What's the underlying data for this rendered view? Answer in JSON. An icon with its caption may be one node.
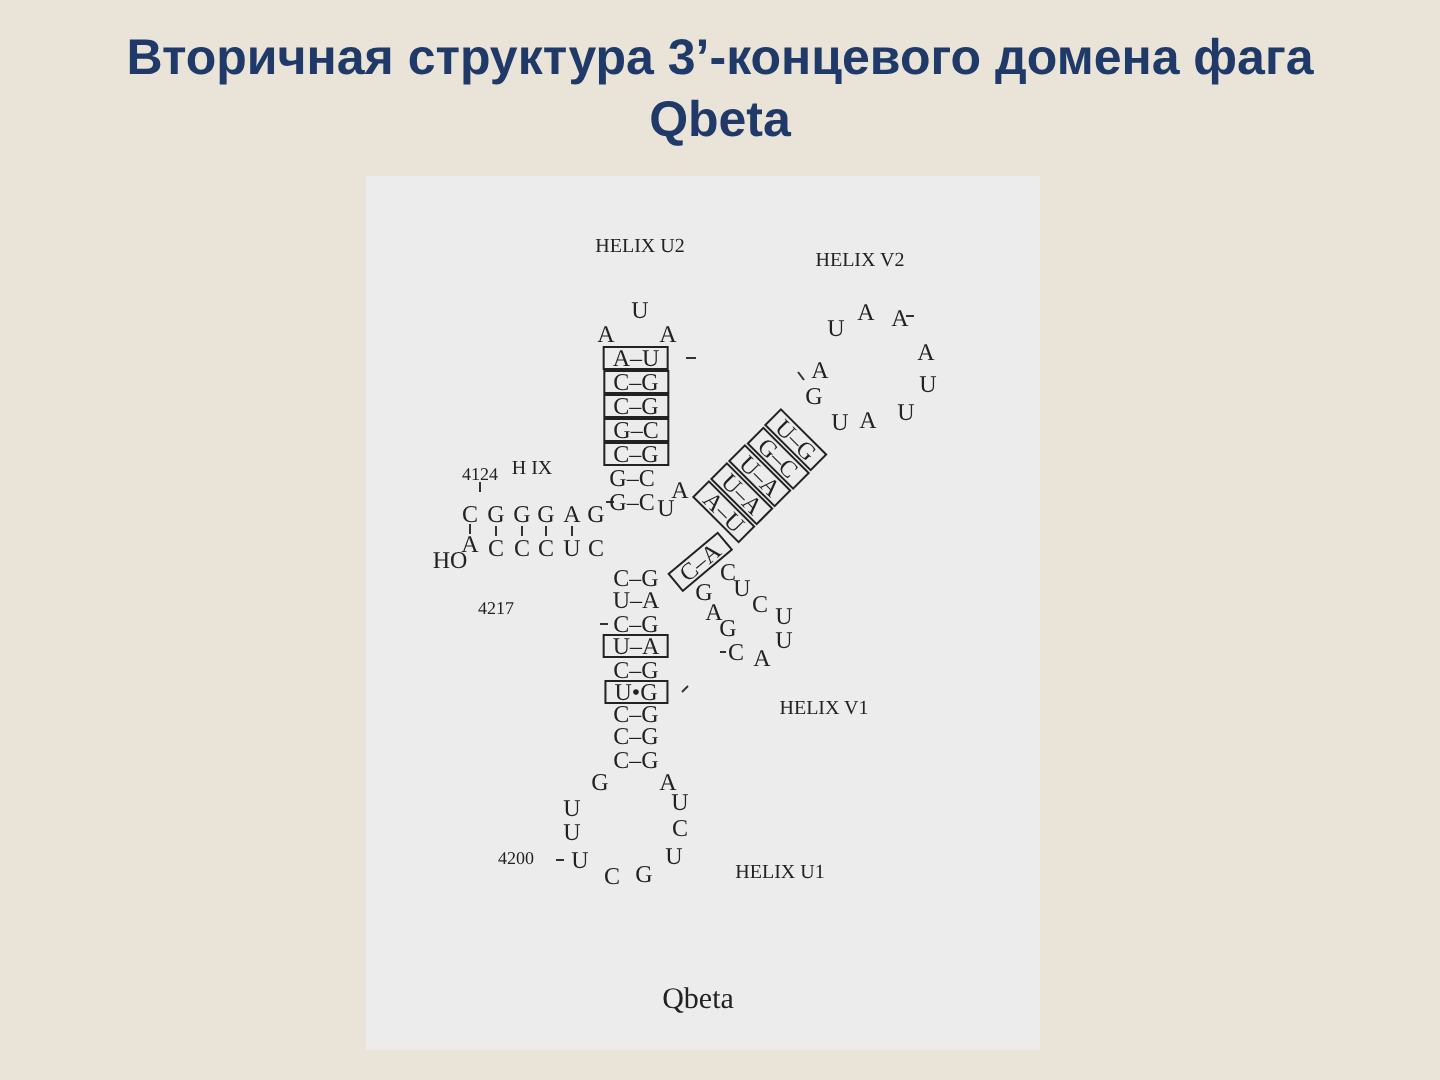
{
  "diagram": {
    "title": "Вторичная структура 3’-концевого домена фага Qbeta",
    "labels": [
      "HELIX U2",
      "HELIX V2",
      "U",
      "A",
      "A",
      "A–U",
      "C–G",
      "C–G",
      "G–C",
      "C–G",
      "G–C",
      "G–C",
      "U",
      "4124",
      "H IX",
      "C",
      "G",
      "G",
      "G",
      "A",
      "G",
      "HO",
      "A",
      "C",
      "C",
      "C",
      "U",
      "C",
      "4217",
      "C–G",
      "U–A",
      "C–G",
      "U–A",
      "C–G",
      "U•G",
      "C–G",
      "C–G",
      "C–G",
      "G",
      "U",
      "U",
      "U",
      "C",
      "G",
      "U",
      "C",
      "U",
      "A",
      "4200",
      "HELIX U1",
      "HELIX V1",
      "C–A",
      "C",
      "G",
      "U",
      "A",
      "C",
      "G",
      "U",
      "C",
      "A",
      "U",
      "A–U",
      "U–A",
      "U–A",
      "G–C",
      "U–G",
      "A",
      "G",
      "A",
      "U",
      "A",
      "A",
      "A",
      "U",
      "U",
      "A",
      "U",
      "Qbeta"
    ]
  }
}
